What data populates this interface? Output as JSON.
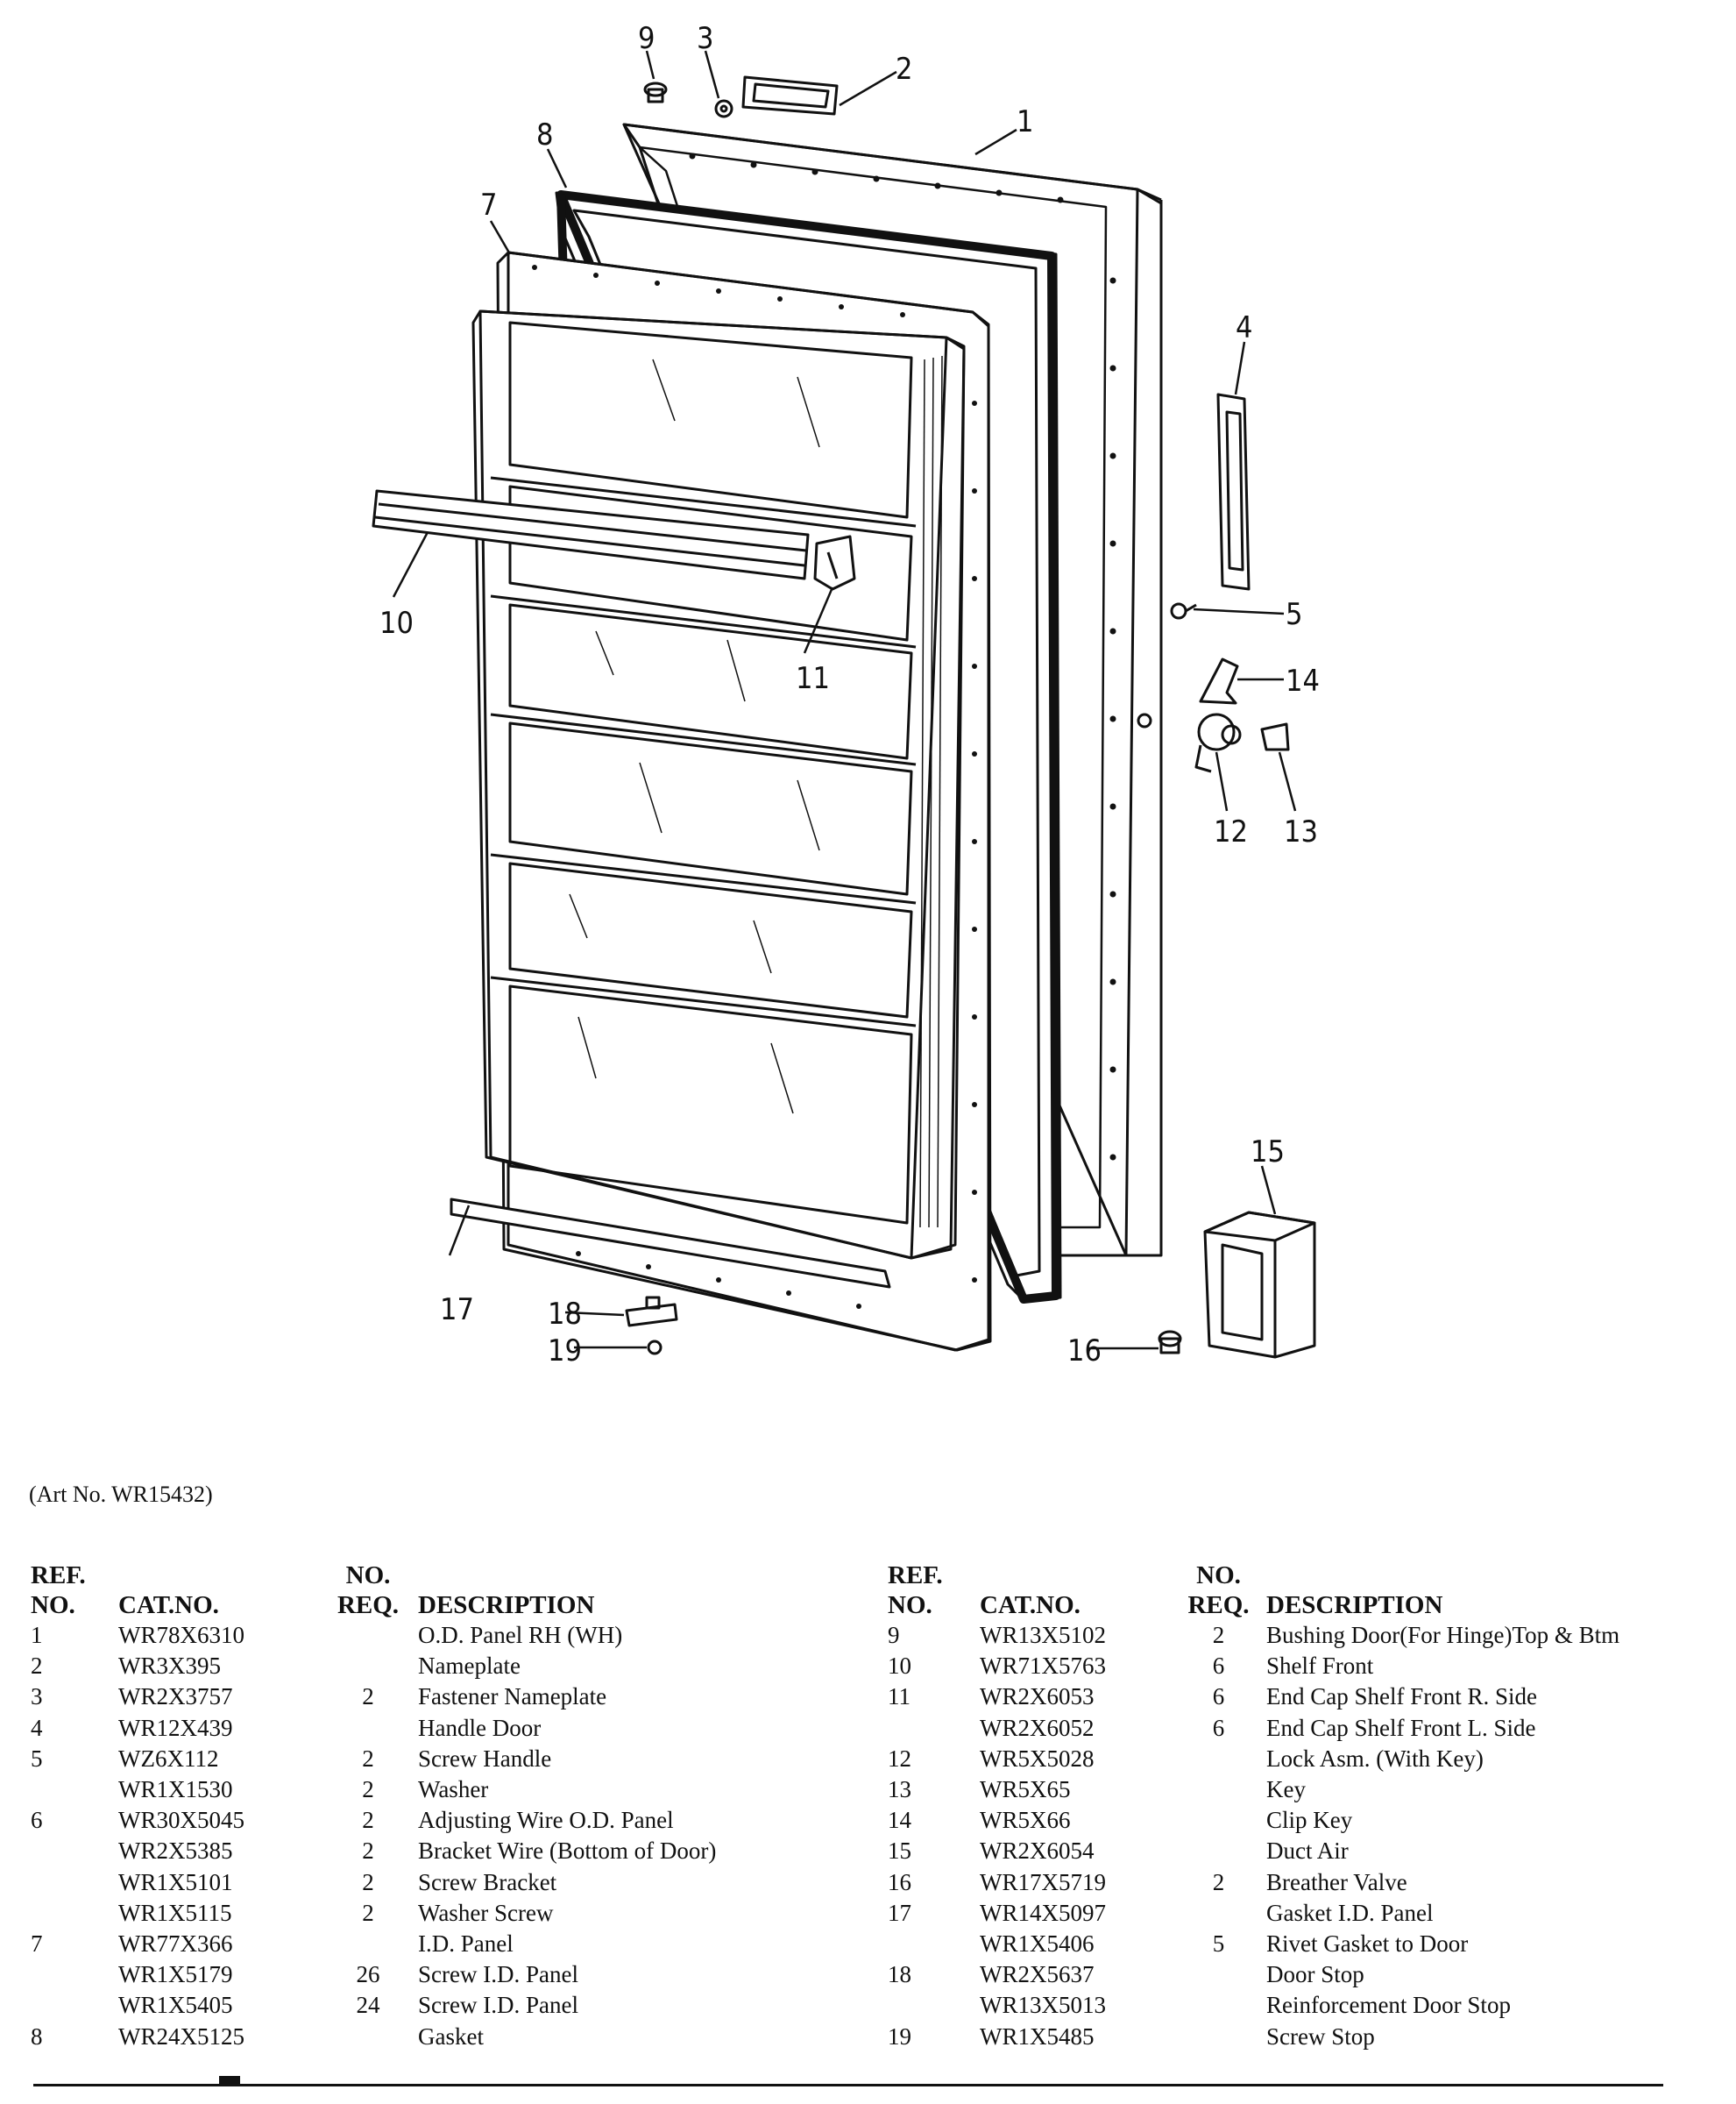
{
  "diagram": {
    "callouts": [
      {
        "id": "1",
        "label": "1"
      },
      {
        "id": "2",
        "label": "2"
      },
      {
        "id": "3",
        "label": "3"
      },
      {
        "id": "4",
        "label": "4"
      },
      {
        "id": "5",
        "label": "5"
      },
      {
        "id": "7",
        "label": "7"
      },
      {
        "id": "8",
        "label": "8"
      },
      {
        "id": "9",
        "label": "9"
      },
      {
        "id": "10",
        "label": "10"
      },
      {
        "id": "11",
        "label": "11"
      },
      {
        "id": "12",
        "label": "12"
      },
      {
        "id": "13",
        "label": "13"
      },
      {
        "id": "14",
        "label": "14"
      },
      {
        "id": "15",
        "label": "15"
      },
      {
        "id": "16",
        "label": "16"
      },
      {
        "id": "17",
        "label": "17"
      },
      {
        "id": "18",
        "label": "18"
      },
      {
        "id": "19",
        "label": "19"
      }
    ]
  },
  "art_no": "(Art No. WR15432)",
  "table": {
    "headers": {
      "ref_top": "REF.",
      "ref_bottom": "NO.",
      "cat": "CAT.NO.",
      "req_top": "NO.",
      "req_bottom": "REQ.",
      "desc": "DESCRIPTION"
    },
    "left_rows": [
      {
        "ref": "1",
        "cat": "WR78X6310",
        "req": "",
        "desc": "O.D. Panel RH (WH)"
      },
      {
        "ref": "2",
        "cat": "WR3X395",
        "req": "",
        "desc": "Nameplate"
      },
      {
        "ref": "3",
        "cat": "WR2X3757",
        "req": "2",
        "desc": "Fastener Nameplate"
      },
      {
        "ref": "4",
        "cat": "WR12X439",
        "req": "",
        "desc": "Handle Door"
      },
      {
        "ref": "5",
        "cat": "WZ6X112",
        "req": "2",
        "desc": "Screw Handle"
      },
      {
        "ref": "",
        "cat": "WR1X1530",
        "req": "2",
        "desc": "Washer"
      },
      {
        "ref": "6",
        "cat": "WR30X5045",
        "req": "2",
        "desc": "Adjusting Wire O.D. Panel"
      },
      {
        "ref": "",
        "cat": "WR2X5385",
        "req": "2",
        "desc": "Bracket Wire (Bottom of Door)"
      },
      {
        "ref": "",
        "cat": "WR1X5101",
        "req": "2",
        "desc": "Screw Bracket"
      },
      {
        "ref": "",
        "cat": "WR1X5115",
        "req": "2",
        "desc": "Washer Screw"
      },
      {
        "ref": "7",
        "cat": "WR77X366",
        "req": "",
        "desc": "I.D. Panel"
      },
      {
        "ref": "",
        "cat": "WR1X5179",
        "req": "26",
        "desc": "Screw I.D. Panel"
      },
      {
        "ref": "",
        "cat": "WR1X5405",
        "req": "24",
        "desc": "Screw I.D. Panel"
      },
      {
        "ref": "8",
        "cat": "WR24X5125",
        "req": "",
        "desc": "Gasket"
      }
    ],
    "right_rows": [
      {
        "ref": "9",
        "cat": "WR13X5102",
        "req": "2",
        "desc": "Bushing Door(For Hinge)Top & Btm"
      },
      {
        "ref": "10",
        "cat": "WR71X5763",
        "req": "6",
        "desc": "Shelf Front"
      },
      {
        "ref": "11",
        "cat": "WR2X6053",
        "req": "6",
        "desc": "End Cap Shelf Front R. Side"
      },
      {
        "ref": "",
        "cat": "WR2X6052",
        "req": "6",
        "desc": "End Cap Shelf Front L. Side"
      },
      {
        "ref": "12",
        "cat": "WR5X5028",
        "req": "",
        "desc": "Lock Asm. (With Key)"
      },
      {
        "ref": "13",
        "cat": "WR5X65",
        "req": "",
        "desc": "Key"
      },
      {
        "ref": "14",
        "cat": "WR5X66",
        "req": "",
        "desc": "Clip Key"
      },
      {
        "ref": "15",
        "cat": "WR2X6054",
        "req": "",
        "desc": "Duct Air"
      },
      {
        "ref": "16",
        "cat": "WR17X5719",
        "req": "2",
        "desc": "Breather Valve"
      },
      {
        "ref": "17",
        "cat": "WR14X5097",
        "req": "",
        "desc": "Gasket I.D. Panel"
      },
      {
        "ref": "",
        "cat": "WR1X5406",
        "req": "5",
        "desc": "Rivet Gasket to Door"
      },
      {
        "ref": "18",
        "cat": "WR2X5637",
        "req": "",
        "desc": "Door Stop"
      },
      {
        "ref": "",
        "cat": "WR13X5013",
        "req": "",
        "desc": "Reinforcement Door Stop"
      },
      {
        "ref": "19",
        "cat": "WR1X5485",
        "req": "",
        "desc": "Screw Stop"
      }
    ]
  }
}
